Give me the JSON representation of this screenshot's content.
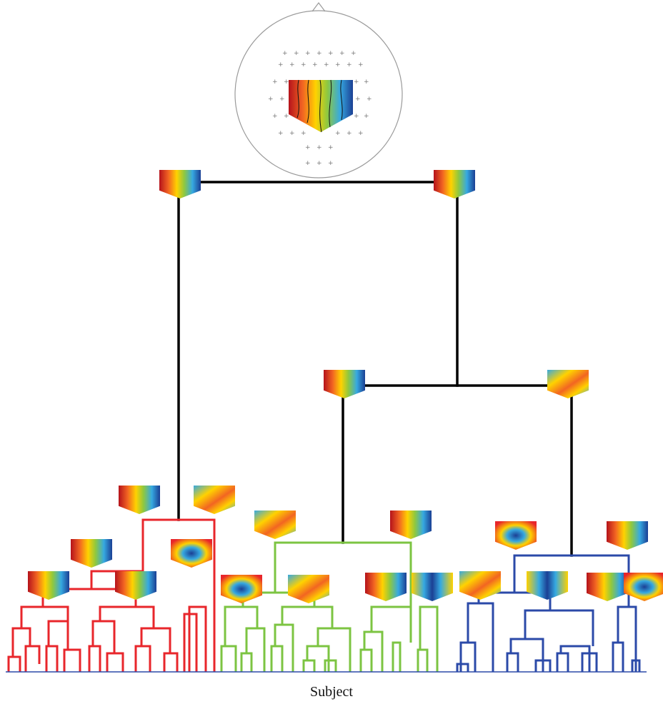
{
  "figure": {
    "type": "hierarchical-clustering-dendrogram",
    "xlabel": "Subject",
    "colors": {
      "top_branches": "#000000",
      "cluster_1": "#e8262b",
      "cluster_2": "#7cc442",
      "cluster_3": "#2b4aa8",
      "head_outline": "#9a9a9a"
    },
    "colormap": [
      "#b5121b",
      "#f26522",
      "#ffd200",
      "#8fc83f",
      "#36a9e1",
      "#1b3f94"
    ],
    "clusters": [
      {
        "name": "cluster_1",
        "color_key": "cluster_1",
        "leaves": 17
      },
      {
        "name": "cluster_2",
        "color_key": "cluster_2",
        "leaves": 17
      },
      {
        "name": "cluster_3",
        "color_key": "cluster_3",
        "leaves": 16
      }
    ]
  }
}
